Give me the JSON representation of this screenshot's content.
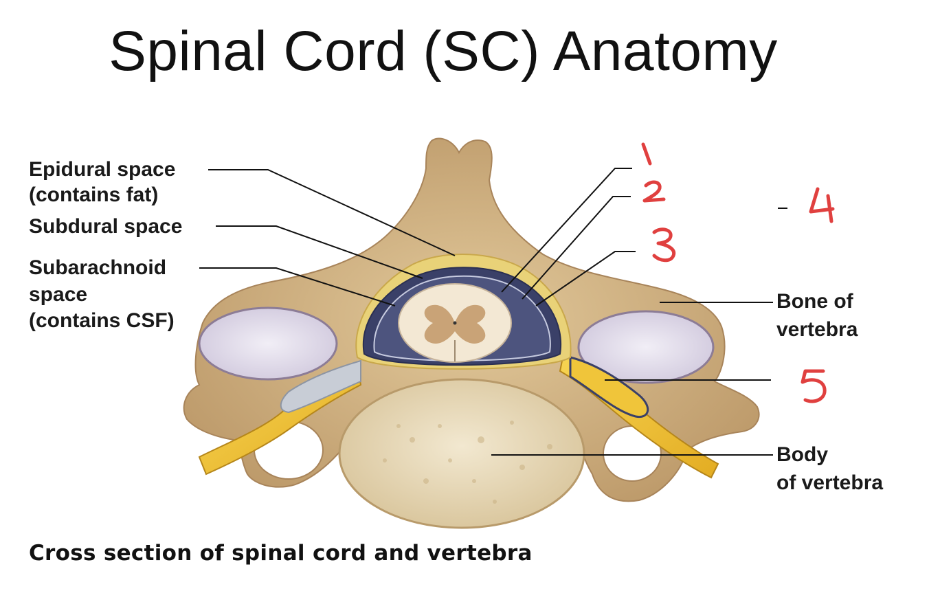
{
  "title": "Spinal Cord (SC) Anatomy",
  "labels": {
    "epidural_l1": "Epidural space",
    "epidural_l2": "(contains fat)",
    "subdural": "Subdural space",
    "subarach_l1": "Subarachnoid",
    "subarach_l2": "space",
    "subarach_l3": "(contains CSF)",
    "bone_l1": "Bone of",
    "bone_l2": "vertebra",
    "body_l1": "Body",
    "body_l2": "of vertebra"
  },
  "handwritten_numbers": [
    "1",
    "2",
    "3",
    "4",
    "5"
  ],
  "caption": "Cross section of spinal cord and vertebra",
  "colors": {
    "bone": "#d9bf8f",
    "bone_dark": "#b89868",
    "vertebral_body": "#ece0c2",
    "fat": "#e6cf6a",
    "nerve": "#f2c73a",
    "dura": "#3a4068",
    "cord_white": "#f3e8d4",
    "cord_gray": "#c9a377",
    "annotation_red": "#e0403f"
  }
}
